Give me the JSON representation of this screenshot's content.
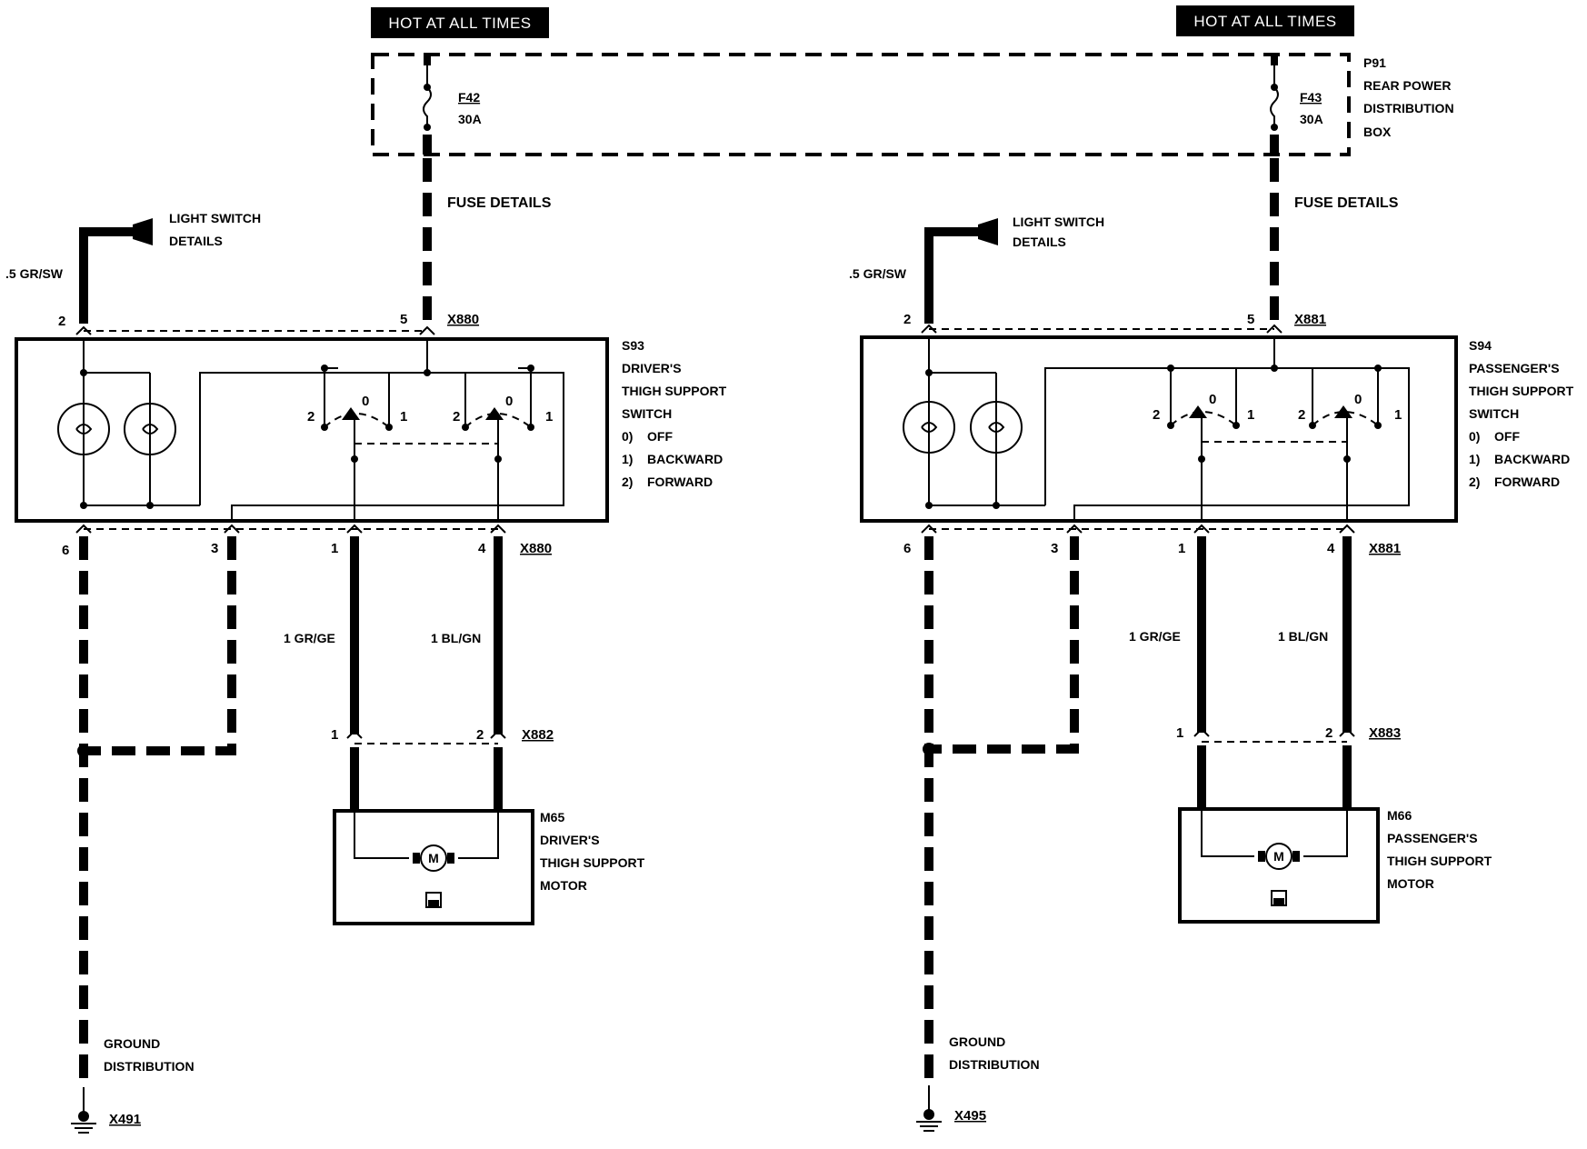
{
  "banner_left": "HOT AT ALL TIMES",
  "banner_right": "HOT AT ALL TIMES",
  "dist_box": {
    "id": "P91",
    "line1": "REAR POWER",
    "line2": "DISTRIBUTION",
    "line3": "BOX"
  },
  "left": {
    "fuse_id": "F42",
    "fuse_rating": "30A",
    "fuse_details": "FUSE DETAILS",
    "light_switch_1": "LIGHT SWITCH",
    "light_switch_2": "DETAILS",
    "wire_top": ".5 GR/SW",
    "pin_2": "2",
    "pin_5": "5",
    "conn_top": "X880",
    "switch_id": "S93",
    "switch_line1": "DRIVER'S",
    "switch_line2": "THIGH SUPPORT",
    "switch_line3": "SWITCH",
    "pos0_num": "0)",
    "pos0": "OFF",
    "pos1_num": "1)",
    "pos1": "BACKWARD",
    "pos2_num": "2)",
    "pos2": "FORWARD",
    "sw_a_2": "2",
    "sw_a_0": "0",
    "sw_a_1": "1",
    "sw_b_2": "2",
    "sw_b_0": "0",
    "sw_b_1": "1",
    "pin_6": "6",
    "pin_3": "3",
    "pin_1": "1",
    "pin_4": "4",
    "conn_bottom": "X880",
    "wire_a": "1 GR/GE",
    "wire_b": "1 BL/GN",
    "mpin_1": "1",
    "mpin_2": "2",
    "conn_motor": "X882",
    "motor_id": "M65",
    "motor_line1": "DRIVER'S",
    "motor_line2": "THIGH SUPPORT",
    "motor_line3": "MOTOR",
    "motor_symbol": "M",
    "ground_1": "GROUND",
    "ground_2": "DISTRIBUTION",
    "ground_conn": "X491"
  },
  "right": {
    "fuse_id": "F43",
    "fuse_rating": "30A",
    "fuse_details": "FUSE DETAILS",
    "light_switch_1": "LIGHT SWITCH",
    "light_switch_2": "DETAILS",
    "wire_top": ".5 GR/SW",
    "pin_2": "2",
    "pin_5": "5",
    "conn_top": "X881",
    "switch_id": "S94",
    "switch_line1": "PASSENGER'S",
    "switch_line2": "THIGH SUPPORT",
    "switch_line3": "SWITCH",
    "pos0_num": "0)",
    "pos0": "OFF",
    "pos1_num": "1)",
    "pos1": "BACKWARD",
    "pos2_num": "2)",
    "pos2": "FORWARD",
    "sw_a_2": "2",
    "sw_a_0": "0",
    "sw_a_1": "1",
    "sw_b_2": "2",
    "sw_b_0": "0",
    "sw_b_1": "1",
    "pin_6": "6",
    "pin_3": "3",
    "pin_1": "1",
    "pin_4": "4",
    "conn_bottom": "X881",
    "wire_a": "1 GR/GE",
    "wire_b": "1 BL/GN",
    "mpin_1": "1",
    "mpin_2": "2",
    "conn_motor": "X883",
    "motor_id": "M66",
    "motor_line1": "PASSENGER'S",
    "motor_line2": "THIGH SUPPORT",
    "motor_line3": "MOTOR",
    "motor_symbol": "M",
    "ground_1": "GROUND",
    "ground_2": "DISTRIBUTION",
    "ground_conn": "X495"
  }
}
